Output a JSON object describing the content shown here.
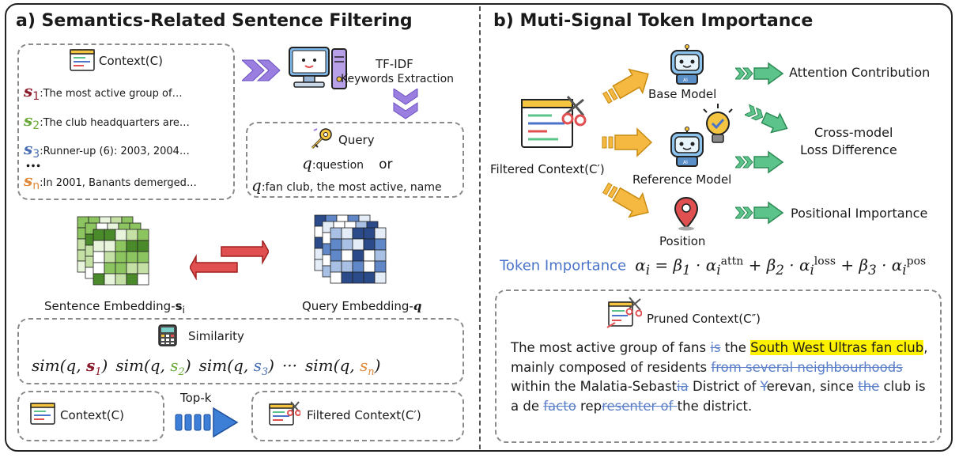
{
  "left": {
    "title": "a) Semantics-Related Sentence Filtering",
    "context_label": "Context(C)",
    "sentences": [
      {
        "sub": "1",
        "text": ":The most active group of…",
        "color": "#8b1a2b"
      },
      {
        "sub": "2",
        "text": ":The club headquarters are…",
        "color": "#6aaa3a"
      },
      {
        "sub": "3",
        "text": ":Runner-up (6): 2003, 2004…",
        "color": "#4a6fb5"
      },
      {
        "sub": "n",
        "text": ":In 2001, Banants demerged…",
        "color": "#e08a3a"
      }
    ],
    "sentence_symbol": "s",
    "ellipsis": "…",
    "tfidf_line1": "TF-IDF",
    "tfidf_line2": "Keywords Extraction",
    "query_label": "Query",
    "query_q": "q",
    "query_question": ":question",
    "query_or": "or",
    "query_keywords": ":fan club, the most active, name",
    "sentence_embedding": "Sentence Embedding-",
    "sentence_embedding_sym": "s",
    "sentence_embedding_sub": "i",
    "query_embedding": "Query Embedding-",
    "query_embedding_sym": "q",
    "similarity_label": "Similarity",
    "sim_prefix": "sim(q, ",
    "sim_suffix": ")",
    "sim_dots": "···",
    "bottom_context": "Context(C)",
    "topk": "Top-k",
    "filtered_context": "Filtered Context(C′)"
  },
  "right": {
    "title": "b) Muti-Signal Token Importance",
    "base_model": "Base Model",
    "reference_model": "Reference Model",
    "position": "Position",
    "filtered_context": "Filtered Context(C′)",
    "attention": "Attention Contribution",
    "cross_line1": "Cross-model",
    "cross_line2": "Loss Difference",
    "positional": "Positional Importance",
    "token_importance": "Token Importance",
    "pruned_title": "Pruned Context(C″)",
    "pruned_segments": [
      {
        "t": "The most active group of fans ",
        "s": "n"
      },
      {
        "t": "is",
        "s": "d"
      },
      {
        "t": " the ",
        "s": "n"
      },
      {
        "t": "South West Ultras fan club",
        "s": "h"
      },
      {
        "t": ", mainly composed of residents ",
        "s": "n"
      },
      {
        "t": "from several neighbourhoods",
        "s": "d"
      },
      {
        "t": " within the Malatia-Sebast",
        "s": "n"
      },
      {
        "t": "ia",
        "s": "d"
      },
      {
        "t": " District of ",
        "s": "n"
      },
      {
        "t": "Y",
        "s": "d"
      },
      {
        "t": "erevan, since ",
        "s": "n"
      },
      {
        "t": "the",
        "s": "d"
      },
      {
        "t": " club is a de ",
        "s": "n"
      },
      {
        "t": "facto",
        "s": "d"
      },
      {
        "t": " rep",
        "s": "n"
      },
      {
        "t": "resenter of ",
        "s": "d"
      },
      {
        "t": "the district.",
        "s": "n"
      }
    ]
  },
  "colors": {
    "green_arrow": "#5cc48a",
    "orange_arrow": "#f5b942",
    "purple_arrow": "#9b7fe0",
    "blue_arrow": "#3d7fd6",
    "red_arrow": "#e05050",
    "token_blue": "#4a73c9"
  }
}
